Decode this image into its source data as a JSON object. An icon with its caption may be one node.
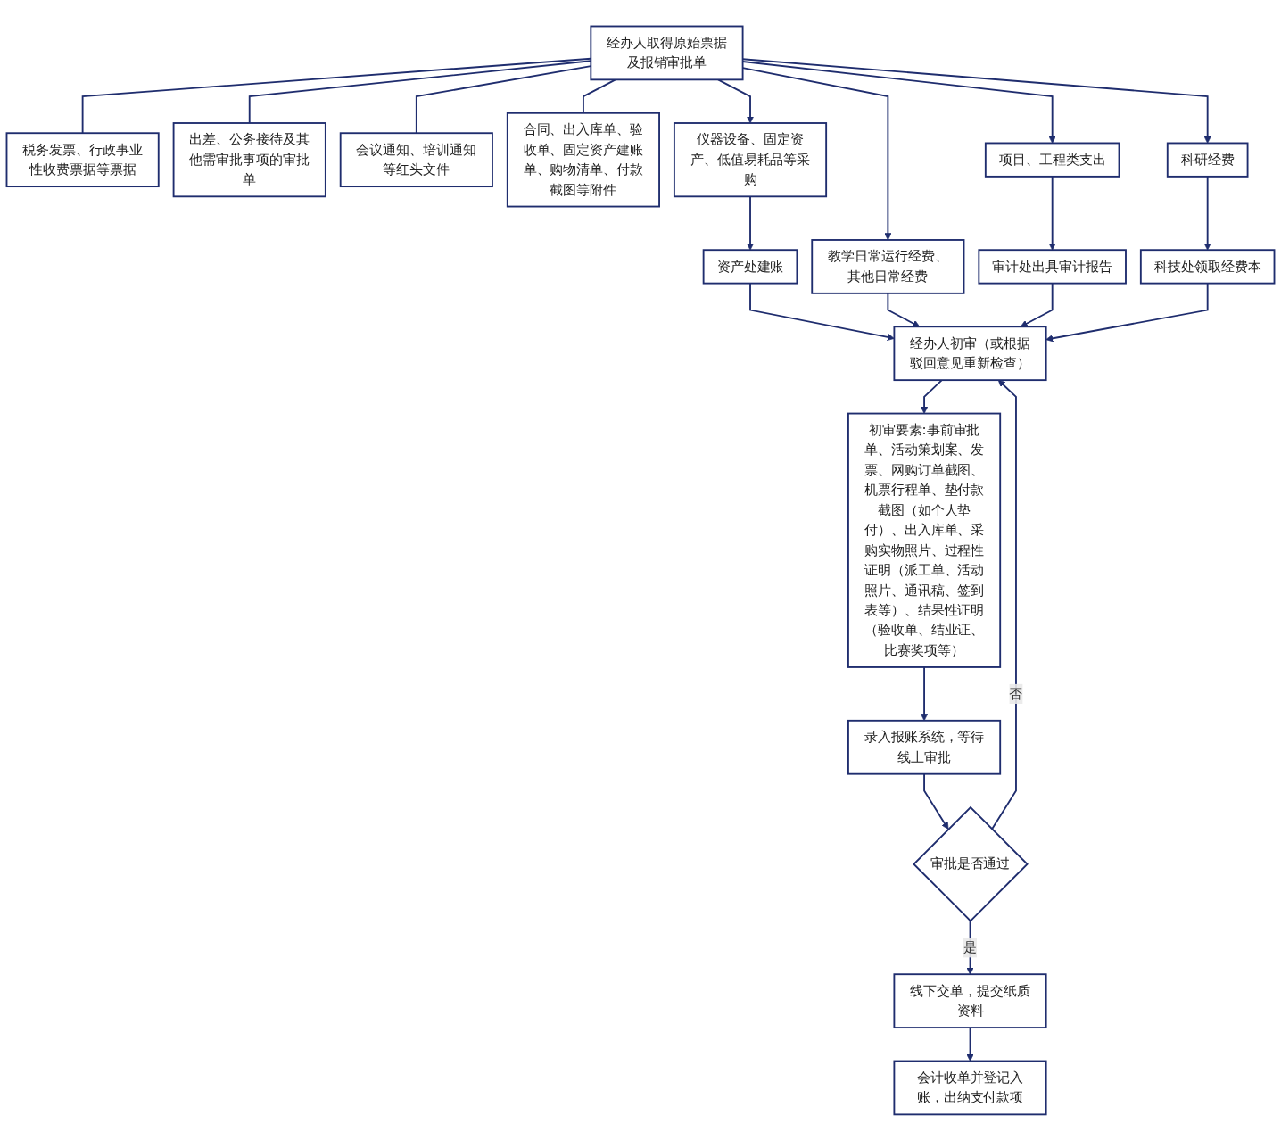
{
  "diagram": {
    "nodes": [
      {
        "text": [
          "经办人取得原始票据及报销审批单"
        ]
      },
      {
        "text": [
          "税务发票、行政事业性收费票据等票据"
        ]
      },
      {
        "text": [
          "出差、公务接待及其他需审批事项的审批单"
        ]
      },
      {
        "text": [
          "会议通知、培训通知等红头文件"
        ]
      },
      {
        "text": [
          "合同、出入库单、验收单、固定资产建账单、购物清单、付款截图等附件"
        ]
      },
      {
        "text": [
          "仪器设备、固定资产、低值易耗品等采购"
        ]
      },
      {
        "text": [
          "教学日常运行经费、其他日常经费"
        ]
      },
      {
        "text": [
          "项目、工程类支出"
        ]
      },
      {
        "text": [
          "科研经费"
        ]
      },
      {
        "text": [
          "资产处建账"
        ]
      },
      {
        "text": [
          "审计处出具审计报告"
        ]
      },
      {
        "text": [
          "科技处领取经费本"
        ]
      },
      {
        "text": [
          "经办人初审（或根据驳回意见重新检查）"
        ]
      },
      {
        "text": [
          "初审要素:事前审批单、活动策划案、发票、网购订单截图、机票行程单、垫付款截图（如个人垫付）、出入库单、采购实物照片、过程性证明（派工单、活动照片、通讯稿、签到表等）、结果性证明（验收单、结业证、比赛奖项等）"
        ]
      },
      {
        "text": [
          "录入报账系统，等待线上审批"
        ]
      },
      {
        "text": [
          "审批是否通过"
        ]
      },
      {
        "text": [
          "线下交单，提交纸质资料"
        ]
      },
      {
        "text": [
          "会计收单并登记入账，出纳支付款项"
        ]
      }
    ],
    "edges": [
      {
        "from": 0,
        "to": 1,
        "arrow": "none"
      },
      {
        "from": 0,
        "to": 2,
        "arrow": "none"
      },
      {
        "from": 0,
        "to": 3,
        "arrow": "none"
      },
      {
        "from": 0,
        "to": 4,
        "arrow": "none"
      },
      {
        "from": 0,
        "to": 5,
        "arrow": "to"
      },
      {
        "from": 0,
        "to": 6,
        "arrow": "to"
      },
      {
        "from": 0,
        "to": 7,
        "arrow": "to"
      },
      {
        "from": 0,
        "to": 8,
        "arrow": "to"
      },
      {
        "from": 5,
        "to": 9,
        "arrow": "to"
      },
      {
        "from": 7,
        "to": 10,
        "arrow": "to"
      },
      {
        "from": 8,
        "to": 11,
        "arrow": "to"
      },
      {
        "from": 9,
        "to": 12,
        "arrow": "to"
      },
      {
        "from": 6,
        "to": 12,
        "arrow": "to"
      },
      {
        "from": 10,
        "to": 12,
        "arrow": "to"
      },
      {
        "from": 11,
        "to": 12,
        "arrow": "to"
      },
      {
        "from": 12,
        "to": 13,
        "arrow": "to"
      },
      {
        "from": 13,
        "to": 14,
        "arrow": "to"
      },
      {
        "from": 14,
        "to": 15,
        "arrow": "to"
      },
      {
        "from": 15,
        "to": 12,
        "arrow": "to",
        "label": "否"
      },
      {
        "from": 15,
        "to": 16,
        "arrow": "to",
        "label": "是"
      },
      {
        "from": 16,
        "to": 17,
        "arrow": "to"
      }
    ]
  }
}
